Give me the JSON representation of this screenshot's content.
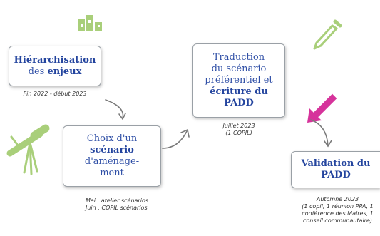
{
  "steps": [
    {
      "lines": [
        {
          "parts": [
            {
              "text": "Hiérarchisation",
              "bold": true
            }
          ]
        },
        {
          "parts": [
            {
              "text": "des ",
              "bold": false
            },
            {
              "text": "enjeux",
              "bold": true
            }
          ]
        }
      ],
      "caption": [
        "Fin 2022 - début 2023"
      ]
    },
    {
      "lines": [
        {
          "parts": [
            {
              "text": "Choix d'un",
              "bold": false
            }
          ]
        },
        {
          "parts": [
            {
              "text": "scénario",
              "bold": true
            }
          ]
        },
        {
          "parts": [
            {
              "text": "d'aménage-",
              "bold": false
            }
          ]
        },
        {
          "parts": [
            {
              "text": "ment",
              "bold": false
            }
          ]
        }
      ],
      "caption": [
        "Mai : atelier scénarios",
        "Juin : COPIL scénarios"
      ]
    },
    {
      "lines": [
        {
          "parts": [
            {
              "text": "Traduction",
              "bold": false
            }
          ]
        },
        {
          "parts": [
            {
              "text": "du scénario",
              "bold": false
            }
          ]
        },
        {
          "parts": [
            {
              "text": "préférentiel  et",
              "bold": false
            }
          ]
        },
        {
          "parts": [
            {
              "text": "écriture du",
              "bold": true
            }
          ]
        },
        {
          "parts": [
            {
              "text": "PADD",
              "bold": true
            }
          ]
        }
      ],
      "caption": [
        "Juillet 2023",
        "(1 COPIL)"
      ]
    },
    {
      "lines": [
        {
          "parts": [
            {
              "text": "Validation du",
              "bold": true
            }
          ]
        },
        {
          "parts": [
            {
              "text": "PADD",
              "bold": true
            }
          ]
        }
      ],
      "caption": [
        "Automne 2023",
        "(1 copil, 1 réunion PPA, 1",
        "conférence des Maires, 1",
        "conseil communautaire)"
      ]
    }
  ],
  "colors": {
    "box_text": "#2f4fa6",
    "icon_green": "#a9cf7a",
    "arrow": "#7a7a7a",
    "highlight_arrow": "#d6339b"
  },
  "icons": [
    "podium-icon",
    "pencil-icon",
    "telescope-icon",
    "pink-arrow-icon"
  ]
}
